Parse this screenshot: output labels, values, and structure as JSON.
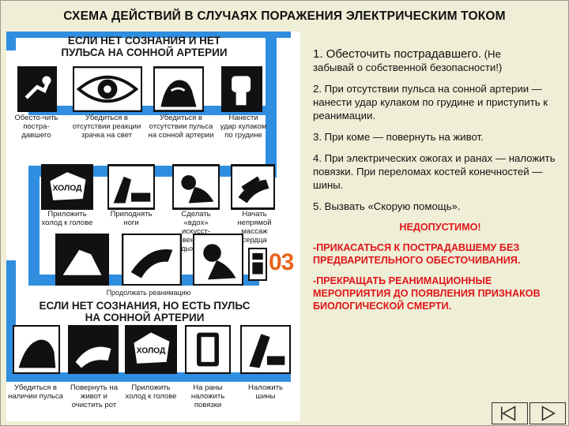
{
  "title": "СХЕМА ДЕЙСТВИЙ В СЛУЧАЯХ ПОРАЖЕНИЯ ЭЛЕКТРИЧЕСКИМ ТОКОМ",
  "poster": {
    "top_heading": "ЕСЛИ НЕТ СОЗНАНИЯ И НЕТ ПУЛЬСА НА СОННОЙ АРТЕРИИ",
    "bottom_heading": "ЕСЛИ НЕТ СОЗНАНИЯ, НО ЕСТЬ ПУЛЬС НА СОННОЙ АРТЕРИИ",
    "row1": [
      "Обесто-чить постра-давшего",
      "Убедиться в отсутствии реакции зрачка на свет",
      "Убедиться в отсутствии пульса на сонной артерии",
      "Нанести удар кулаком по грудине"
    ],
    "row2": [
      "Приложить холод к голове",
      "Приподнять ноги",
      "Сделать «вдох» искусст-венного дыхания",
      "Начать непрямой массаж сердца"
    ],
    "row3": [
      "Убедиться в наличии пульса",
      "Повернуть на живот и очистить рот",
      "Приложить холод к голове",
      "На раны наложить повязки",
      "Наложить шины"
    ],
    "cold_label": "ХОЛОД",
    "number_label": "03",
    "continue_label": "Продолжать реанимацию"
  },
  "steps": {
    "s1_main": "1. Обесточить пострадавшего.",
    "s1_paren": "(Не",
    "s1_sub": "забывай о собственной безопасности!)",
    "s2": "2. При отсутствии пульса на сонной артерии — нанести удар кулаком по грудине и приступить к реанимации.",
    "s3": "3. При коме — повернуть на живот.",
    "s4": "4. При электрических ожогах и ранах — наложить повязки. При переломах костей конечностей — шины.",
    "s5": "5. Вызвать «Скорую помощь»."
  },
  "warnings": {
    "title": "НЕДОПУСТИМО!",
    "w1": "-ПРИКАСАТЬСЯ К ПОСТРАДАВШЕМУ БЕЗ ПРЕДВАРИТЕЛЬНОГО ОБЕСТОЧИВАНИЯ.",
    "w2": "-ПРЕКРАЩАТЬ РЕАНИМАЦИОННЫЕ МЕРОПРИЯТИЯ ДО ПОЯВЛЕНИЯ ПРИЗНАКОВ БИОЛОГИЧЕСКОЙ СМЕРТИ."
  },
  "colors": {
    "accent_blue": "#2f8ee0",
    "warning_red": "#e0161b",
    "badge_orange": "#e8641c",
    "background": "#efeed6"
  },
  "nav": {
    "prev_icon": "back-triangle-icon",
    "next_icon": "forward-triangle-icon"
  }
}
